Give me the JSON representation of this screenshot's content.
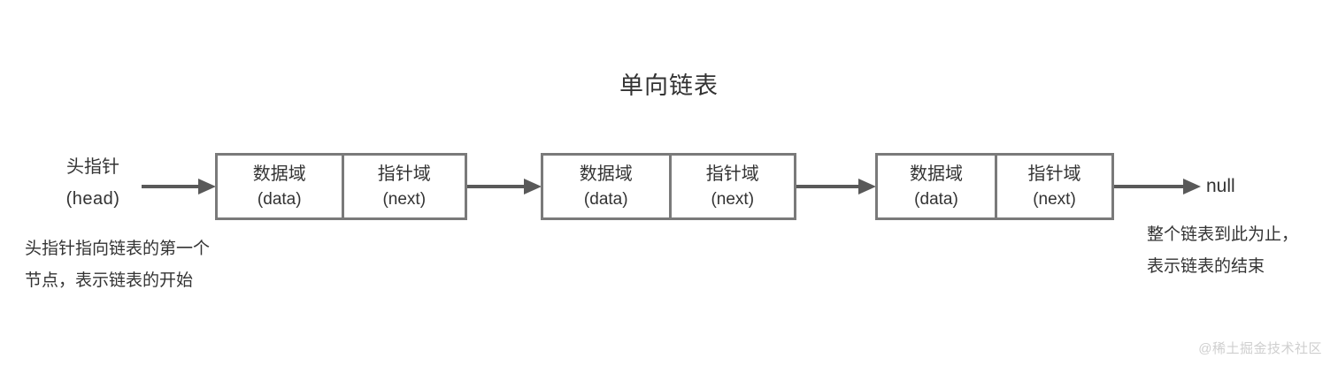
{
  "diagram": {
    "title": "单向链表",
    "head_pointer": {
      "label_cn": "头指针",
      "label_en": "(head)"
    },
    "nodes": [
      {
        "data_field_cn": "数据域",
        "data_field_en": "(data)",
        "next_field_cn": "指针域",
        "next_field_en": "(next)"
      },
      {
        "data_field_cn": "数据域",
        "data_field_en": "(data)",
        "next_field_cn": "指针域",
        "next_field_en": "(next)"
      },
      {
        "data_field_cn": "数据域",
        "data_field_en": "(data)",
        "next_field_cn": "指针域",
        "next_field_en": "(next)"
      }
    ],
    "terminator": "null",
    "captions": {
      "head": {
        "line1": "头指针指向链表的第一个",
        "line2": "节点，表示链表的开始"
      },
      "tail": {
        "line1": "整个链表到此为止，",
        "line2": "表示链表的结束"
      }
    },
    "watermark": "@稀土掘金技术社区",
    "colors": {
      "box_border": "#7a7a7a",
      "arrow": "#595959",
      "text": "#333333",
      "background": "#ffffff",
      "watermark": "#cfcfcf"
    }
  }
}
